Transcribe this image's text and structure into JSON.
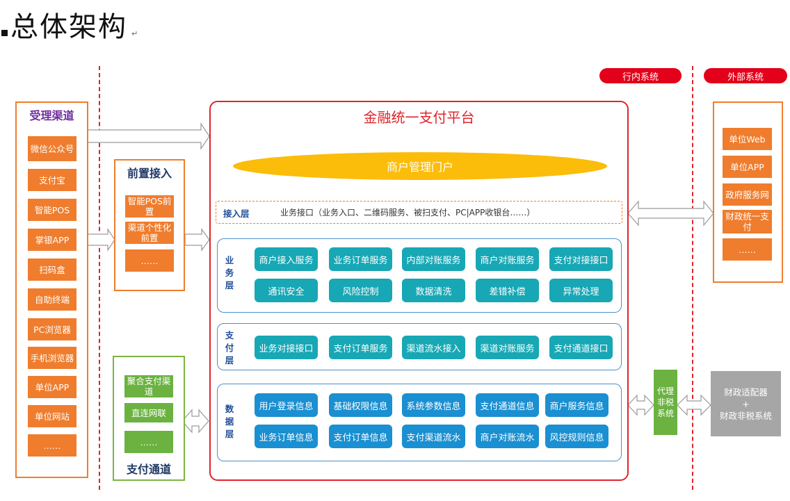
{
  "title": "总体架构",
  "title_mark": "↵",
  "pills": {
    "internal": "行内系统",
    "external": "外部系统"
  },
  "channels": {
    "title": "受理渠道",
    "items": [
      "微信公众号",
      "支付宝",
      "智能POS",
      "掌银APP",
      "扫码盒",
      "自助终端",
      "PC浏览器",
      "手机浏览器",
      "单位APP",
      "单位网站",
      "……"
    ]
  },
  "front": {
    "title": "前置接入",
    "items": [
      "智能POS前置",
      "渠道个性化前置",
      "……"
    ]
  },
  "payment_channel": {
    "title": "支付通道",
    "items": [
      "聚合支付渠道",
      "直连网联",
      "……"
    ]
  },
  "platform": {
    "title": "金融统一支付平台",
    "portal": "商户管理门户",
    "access_layer": {
      "label": "接入层",
      "text": "业务接口（业务入口、二维码服务、被扫支付、PC|APP收银台……）"
    },
    "business_layer": {
      "label": "业务层",
      "row1": [
        "商户接入服务",
        "业务订单服务",
        "内部对账服务",
        "商户对账服务",
        "支付对接接口"
      ],
      "row2": [
        "通讯安全",
        "风险控制",
        "数据清洗",
        "差错补偿",
        "异常处理"
      ]
    },
    "payment_layer": {
      "label": "支付层",
      "items": [
        "业务对接接口",
        "支付订单服务",
        "渠道流水接入",
        "渠道对账服务",
        "支付通道接口"
      ]
    },
    "data_layer": {
      "label": "数据层",
      "row1": [
        "用户登录信息",
        "基础权限信息",
        "系统参数信息",
        "支付通道信息",
        "商户服务信息"
      ],
      "row2": [
        "业务订单信息",
        "支付订单信息",
        "支付渠道流水",
        "商户对账流水",
        "风控规则信息"
      ]
    }
  },
  "external": {
    "items": [
      "单位Web",
      "单位APP",
      "政府服务网",
      "财政统一支付",
      "……"
    ]
  },
  "agent": "代理非税系统",
  "fiscal": {
    "line1": "财政适配器",
    "line2": "+",
    "line3": "财政非税系统"
  },
  "colors": {
    "red": "#e0242b",
    "orange": "#ef7d2d",
    "green": "#6bb241",
    "teal": "#17a7b5",
    "blue": "#1a8fd1",
    "gold": "#fbbd0a",
    "grey": "#a6a6a6"
  }
}
